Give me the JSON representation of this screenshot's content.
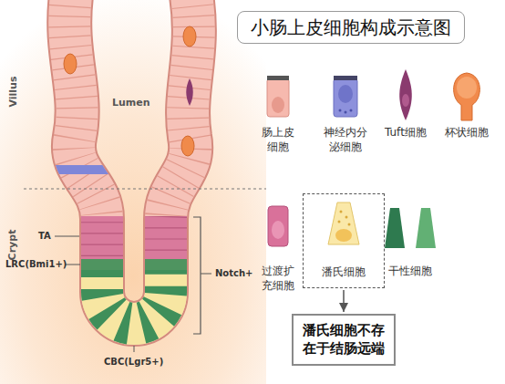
{
  "diagram": {
    "title": "小肠上皮细胞构成示意图",
    "nodes": [
      {
        "text": [
          "潘氏细胞"
        ]
      },
      {
        "text": [
          "潘氏细胞不存在于结肠远端"
        ]
      }
    ],
    "edges": [
      {
        "from": 0,
        "to": 1,
        "arrow": "to"
      }
    ],
    "labels": [
      "Villus",
      "Lumen",
      "Crypt",
      "TA",
      "LRC(Bmi1+)",
      "Notch+",
      "CBC(Lgr5+)",
      "肠上皮细胞",
      "神经内分泌细胞",
      "Tuft细胞",
      "杯状细胞",
      "过渡扩充细胞",
      "干性细胞"
    ]
  }
}
